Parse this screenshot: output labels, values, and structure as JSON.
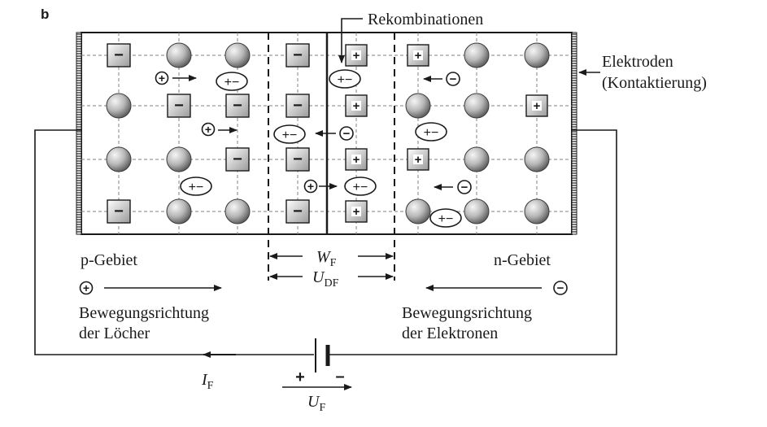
{
  "panel_label": "b",
  "labels": {
    "recombinations": "Rekombinationen",
    "electrodes_line1": "Elektroden",
    "electrodes_line2": "(Kontaktierung)",
    "p_region": "p-Gebiet",
    "n_region": "n-Gebiet",
    "holes_direction_line1": "Bewegungsrichtung",
    "holes_direction_line2": "der Löcher",
    "electrons_direction_line1": "Bewegungsrichtung",
    "electrons_direction_line2": "der Elektronen",
    "depletion_width_symbol": "W",
    "depletion_width_sub": "F",
    "diffusion_voltage_symbol": "U",
    "diffusion_voltage_sub": "DF",
    "current_symbol": "I",
    "current_sub": "F",
    "voltage_symbol": "U",
    "voltage_sub": "F",
    "battery_plus": "+",
    "battery_minus": "–"
  },
  "glyphs": {
    "acceptor_ion": "−",
    "donor_ion": "+",
    "hole": "+",
    "electron": "−",
    "pair": "+−"
  },
  "colors": {
    "line": "#1a1a1a",
    "grid": "#808080",
    "atom_light": "#f0f0f0",
    "atom_dark": "#6e6e6e"
  }
}
